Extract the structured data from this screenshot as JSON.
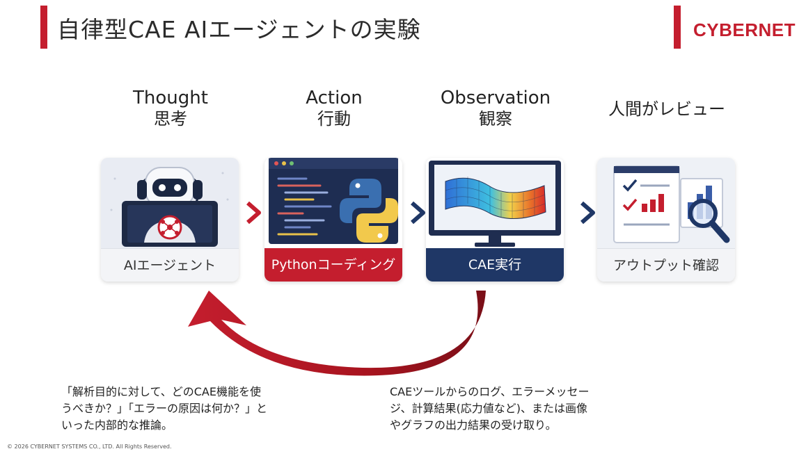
{
  "slide": {
    "title": "自律型CAE AIエージェントの実験",
    "logo": "CYBERNET",
    "copyright": "© 2026 CYBERNET SYSTEMS CO., LTD. All Rights Reserved."
  },
  "steps": [
    {
      "en": "Thought",
      "ja": "思考",
      "caption": "AIエージェント",
      "icon": "robot-laptop-icon"
    },
    {
      "en": "Action",
      "ja": "行動",
      "caption": "Pythonコーディング",
      "icon": "python-code-icon"
    },
    {
      "en": "Observation",
      "ja": "観察",
      "caption": "CAE実行",
      "icon": "cae-mesh-monitor-icon"
    },
    {
      "en": "",
      "ja": "人間がレビュー",
      "caption": "アウトプット確認",
      "icon": "report-magnifier-icon"
    }
  ],
  "notes": {
    "thought": "「解析目的に対して、どのCAE機能を使\nうべきか？」「エラーの原因は何か？」と\nいった内部的な推論。",
    "observation": "CAEツールからのログ、エラーメッセー\nジ、計算結果(応力値など)、または画像\nやグラフの出力結果の受け取り。"
  },
  "colors": {
    "accent": "#c41e2e",
    "navy": "#1f3766",
    "card": "#f3f4f7"
  }
}
